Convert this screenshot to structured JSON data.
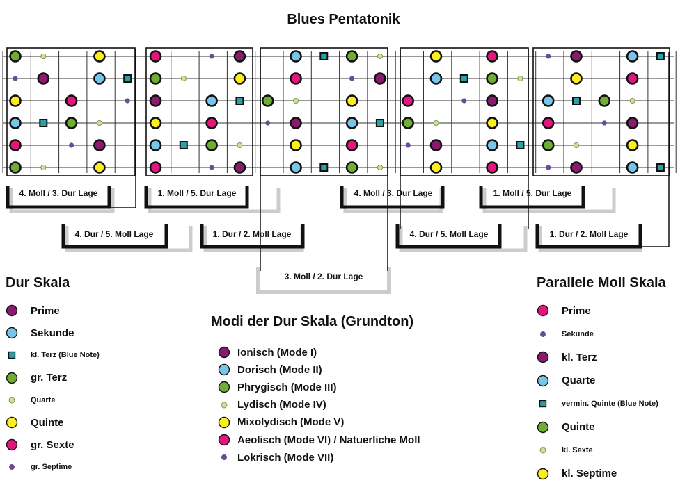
{
  "title": "Blues Pentatonik",
  "colors": {
    "purple": "#8a1a6e",
    "blue": "#78c5ea",
    "teal": "#2aa1a7",
    "green": "#6fae33",
    "lightgreen": "#c9e29a",
    "yellow": "#fbee1f",
    "pink": "#e4157e",
    "violet": "#6a4b9a",
    "grey_bracket": "#cccccc",
    "dark": "#111111"
  },
  "icons": {
    "big_dot": "circle-outlined-large",
    "small_dot": "circle-small",
    "blue_note": "square-outlined"
  },
  "positions": {
    "pos1": "4. Moll / 3. Dur Lage",
    "pos2": "4. Dur / 5. Moll Lage",
    "pos3": "1. Moll / 5. Dur Lage",
    "pos4": "1. Dur / 2. Moll Lage",
    "pos5": "3. Moll / 2. Dur Lage",
    "pos6": "4. Moll / 3. Dur Lage",
    "pos7": "4. Dur / 5. Moll Lage",
    "pos8": "1. Moll / 5. Dur Lage",
    "pos9": "1. Dur / 2. Moll Lage"
  },
  "fretboard": {
    "strings": 6,
    "frets": 24,
    "notes": [
      {
        "s": 0,
        "f": 0,
        "t": "big",
        "c": "green"
      },
      {
        "s": 0,
        "f": 1,
        "t": "small",
        "c": "lightgreen"
      },
      {
        "s": 0,
        "f": 3,
        "t": "big",
        "c": "yellow"
      },
      {
        "s": 0,
        "f": 5,
        "t": "big",
        "c": "pink"
      },
      {
        "s": 0,
        "f": 7,
        "t": "small",
        "c": "violet"
      },
      {
        "s": 0,
        "f": 8,
        "t": "big",
        "c": "purple"
      },
      {
        "s": 0,
        "f": 10,
        "t": "big",
        "c": "blue"
      },
      {
        "s": 0,
        "f": 11,
        "t": "square",
        "c": "teal"
      },
      {
        "s": 0,
        "f": 12,
        "t": "big",
        "c": "green"
      },
      {
        "s": 0,
        "f": 13,
        "t": "small",
        "c": "lightgreen"
      },
      {
        "s": 0,
        "f": 15,
        "t": "big",
        "c": "yellow"
      },
      {
        "s": 0,
        "f": 17,
        "t": "big",
        "c": "pink"
      },
      {
        "s": 0,
        "f": 19,
        "t": "small",
        "c": "violet"
      },
      {
        "s": 0,
        "f": 20,
        "t": "big",
        "c": "purple"
      },
      {
        "s": 0,
        "f": 22,
        "t": "big",
        "c": "blue"
      },
      {
        "s": 0,
        "f": 23,
        "t": "square",
        "c": "teal"
      },
      {
        "s": 1,
        "f": 0,
        "t": "small",
        "c": "violet"
      },
      {
        "s": 1,
        "f": 1,
        "t": "big",
        "c": "purple"
      },
      {
        "s": 1,
        "f": 3,
        "t": "big",
        "c": "blue"
      },
      {
        "s": 1,
        "f": 4,
        "t": "square",
        "c": "teal"
      },
      {
        "s": 1,
        "f": 5,
        "t": "big",
        "c": "green"
      },
      {
        "s": 1,
        "f": 6,
        "t": "small",
        "c": "lightgreen"
      },
      {
        "s": 1,
        "f": 8,
        "t": "big",
        "c": "yellow"
      },
      {
        "s": 1,
        "f": 10,
        "t": "big",
        "c": "pink"
      },
      {
        "s": 1,
        "f": 12,
        "t": "small",
        "c": "violet"
      },
      {
        "s": 1,
        "f": 13,
        "t": "big",
        "c": "purple"
      },
      {
        "s": 1,
        "f": 15,
        "t": "big",
        "c": "blue"
      },
      {
        "s": 1,
        "f": 16,
        "t": "square",
        "c": "teal"
      },
      {
        "s": 1,
        "f": 17,
        "t": "big",
        "c": "green"
      },
      {
        "s": 1,
        "f": 18,
        "t": "small",
        "c": "lightgreen"
      },
      {
        "s": 1,
        "f": 20,
        "t": "big",
        "c": "yellow"
      },
      {
        "s": 1,
        "f": 22,
        "t": "big",
        "c": "pink"
      },
      {
        "s": 2,
        "f": 0,
        "t": "big",
        "c": "yellow"
      },
      {
        "s": 2,
        "f": 2,
        "t": "big",
        "c": "pink"
      },
      {
        "s": 2,
        "f": 4,
        "t": "small",
        "c": "violet"
      },
      {
        "s": 2,
        "f": 5,
        "t": "big",
        "c": "purple"
      },
      {
        "s": 2,
        "f": 7,
        "t": "big",
        "c": "blue"
      },
      {
        "s": 2,
        "f": 8,
        "t": "square",
        "c": "teal"
      },
      {
        "s": 2,
        "f": 9,
        "t": "big",
        "c": "green"
      },
      {
        "s": 2,
        "f": 10,
        "t": "small",
        "c": "lightgreen"
      },
      {
        "s": 2,
        "f": 12,
        "t": "big",
        "c": "yellow"
      },
      {
        "s": 2,
        "f": 14,
        "t": "big",
        "c": "pink"
      },
      {
        "s": 2,
        "f": 16,
        "t": "small",
        "c": "violet"
      },
      {
        "s": 2,
        "f": 17,
        "t": "big",
        "c": "purple"
      },
      {
        "s": 2,
        "f": 19,
        "t": "big",
        "c": "blue"
      },
      {
        "s": 2,
        "f": 20,
        "t": "square",
        "c": "teal"
      },
      {
        "s": 2,
        "f": 21,
        "t": "big",
        "c": "green"
      },
      {
        "s": 2,
        "f": 22,
        "t": "small",
        "c": "lightgreen"
      },
      {
        "s": 3,
        "f": 0,
        "t": "big",
        "c": "blue"
      },
      {
        "s": 3,
        "f": 1,
        "t": "square",
        "c": "teal"
      },
      {
        "s": 3,
        "f": 2,
        "t": "big",
        "c": "green"
      },
      {
        "s": 3,
        "f": 3,
        "t": "small",
        "c": "lightgreen"
      },
      {
        "s": 3,
        "f": 5,
        "t": "big",
        "c": "yellow"
      },
      {
        "s": 3,
        "f": 7,
        "t": "big",
        "c": "pink"
      },
      {
        "s": 3,
        "f": 9,
        "t": "small",
        "c": "violet"
      },
      {
        "s": 3,
        "f": 10,
        "t": "big",
        "c": "purple"
      },
      {
        "s": 3,
        "f": 12,
        "t": "big",
        "c": "blue"
      },
      {
        "s": 3,
        "f": 13,
        "t": "square",
        "c": "teal"
      },
      {
        "s": 3,
        "f": 14,
        "t": "big",
        "c": "green"
      },
      {
        "s": 3,
        "f": 15,
        "t": "small",
        "c": "lightgreen"
      },
      {
        "s": 3,
        "f": 17,
        "t": "big",
        "c": "yellow"
      },
      {
        "s": 3,
        "f": 19,
        "t": "big",
        "c": "pink"
      },
      {
        "s": 3,
        "f": 21,
        "t": "small",
        "c": "violet"
      },
      {
        "s": 3,
        "f": 22,
        "t": "big",
        "c": "purple"
      },
      {
        "s": 4,
        "f": 0,
        "t": "big",
        "c": "pink"
      },
      {
        "s": 4,
        "f": 2,
        "t": "small",
        "c": "violet"
      },
      {
        "s": 4,
        "f": 3,
        "t": "big",
        "c": "purple"
      },
      {
        "s": 4,
        "f": 5,
        "t": "big",
        "c": "blue"
      },
      {
        "s": 4,
        "f": 6,
        "t": "square",
        "c": "teal"
      },
      {
        "s": 4,
        "f": 7,
        "t": "big",
        "c": "green"
      },
      {
        "s": 4,
        "f": 8,
        "t": "small",
        "c": "lightgreen"
      },
      {
        "s": 4,
        "f": 10,
        "t": "big",
        "c": "yellow"
      },
      {
        "s": 4,
        "f": 12,
        "t": "big",
        "c": "pink"
      },
      {
        "s": 4,
        "f": 14,
        "t": "small",
        "c": "violet"
      },
      {
        "s": 4,
        "f": 15,
        "t": "big",
        "c": "purple"
      },
      {
        "s": 4,
        "f": 17,
        "t": "big",
        "c": "blue"
      },
      {
        "s": 4,
        "f": 18,
        "t": "square",
        "c": "teal"
      },
      {
        "s": 4,
        "f": 19,
        "t": "big",
        "c": "green"
      },
      {
        "s": 4,
        "f": 20,
        "t": "small",
        "c": "lightgreen"
      },
      {
        "s": 4,
        "f": 22,
        "t": "big",
        "c": "yellow"
      },
      {
        "s": 5,
        "f": 0,
        "t": "big",
        "c": "green"
      },
      {
        "s": 5,
        "f": 1,
        "t": "small",
        "c": "lightgreen"
      },
      {
        "s": 5,
        "f": 3,
        "t": "big",
        "c": "yellow"
      },
      {
        "s": 5,
        "f": 5,
        "t": "big",
        "c": "pink"
      },
      {
        "s": 5,
        "f": 7,
        "t": "small",
        "c": "violet"
      },
      {
        "s": 5,
        "f": 8,
        "t": "big",
        "c": "purple"
      },
      {
        "s": 5,
        "f": 10,
        "t": "big",
        "c": "blue"
      },
      {
        "s": 5,
        "f": 11,
        "t": "square",
        "c": "teal"
      },
      {
        "s": 5,
        "f": 12,
        "t": "big",
        "c": "green"
      },
      {
        "s": 5,
        "f": 13,
        "t": "small",
        "c": "lightgreen"
      },
      {
        "s": 5,
        "f": 15,
        "t": "big",
        "c": "yellow"
      },
      {
        "s": 5,
        "f": 17,
        "t": "big",
        "c": "pink"
      },
      {
        "s": 5,
        "f": 19,
        "t": "small",
        "c": "violet"
      },
      {
        "s": 5,
        "f": 20,
        "t": "big",
        "c": "purple"
      },
      {
        "s": 5,
        "f": 22,
        "t": "big",
        "c": "blue"
      },
      {
        "s": 5,
        "f": 23,
        "t": "square",
        "c": "teal"
      }
    ]
  },
  "dur_skala": {
    "heading": "Dur Skala",
    "items": [
      {
        "label": "Prime",
        "t": "big",
        "c": "purple",
        "size": "large"
      },
      {
        "label": "Sekunde",
        "t": "big",
        "c": "blue",
        "size": "large"
      },
      {
        "label": "kl. Terz (Blue Note)",
        "t": "square",
        "c": "teal",
        "size": "small"
      },
      {
        "label": "gr. Terz",
        "t": "big",
        "c": "green",
        "size": "large"
      },
      {
        "label": "Quarte",
        "t": "small",
        "c": "lightgreen",
        "size": "small"
      },
      {
        "label": "Quinte",
        "t": "big",
        "c": "yellow",
        "size": "large"
      },
      {
        "label": "gr. Sexte",
        "t": "big",
        "c": "pink",
        "size": "large"
      },
      {
        "label": "gr. Septime",
        "t": "small",
        "c": "violet",
        "size": "small"
      }
    ]
  },
  "modi": {
    "heading": "Modi der Dur Skala (Grundton)",
    "items": [
      {
        "label": "Ionisch (Mode I)",
        "t": "big",
        "c": "purple"
      },
      {
        "label": "Dorisch (Mode II)",
        "t": "big",
        "c": "blue"
      },
      {
        "label": "Phrygisch (Mode III)",
        "t": "big",
        "c": "green"
      },
      {
        "label": "Lydisch (Mode IV)",
        "t": "small",
        "c": "lightgreen"
      },
      {
        "label": "Mixolydisch (Mode V)",
        "t": "big",
        "c": "yellow"
      },
      {
        "label": "Aeolisch (Mode VI) / Natuerliche Moll",
        "t": "big",
        "c": "pink"
      },
      {
        "label": "Lokrisch (Mode VII)",
        "t": "small",
        "c": "violet"
      }
    ]
  },
  "moll_skala": {
    "heading": "Parallele Moll Skala",
    "items": [
      {
        "label": "Prime",
        "t": "big",
        "c": "pink",
        "size": "large"
      },
      {
        "label": "Sekunde",
        "t": "small",
        "c": "violet",
        "size": "small"
      },
      {
        "label": "kl. Terz",
        "t": "big",
        "c": "purple",
        "size": "large"
      },
      {
        "label": "Quarte",
        "t": "big",
        "c": "blue",
        "size": "large"
      },
      {
        "label": "vermin. Quinte (Blue Note)",
        "t": "square",
        "c": "teal",
        "size": "small"
      },
      {
        "label": "Quinte",
        "t": "big",
        "c": "green",
        "size": "large"
      },
      {
        "label": "kl. Sexte",
        "t": "small",
        "c": "lightgreen",
        "size": "small"
      },
      {
        "label": "kl. Septime",
        "t": "big",
        "c": "yellow",
        "size": "large"
      }
    ]
  }
}
